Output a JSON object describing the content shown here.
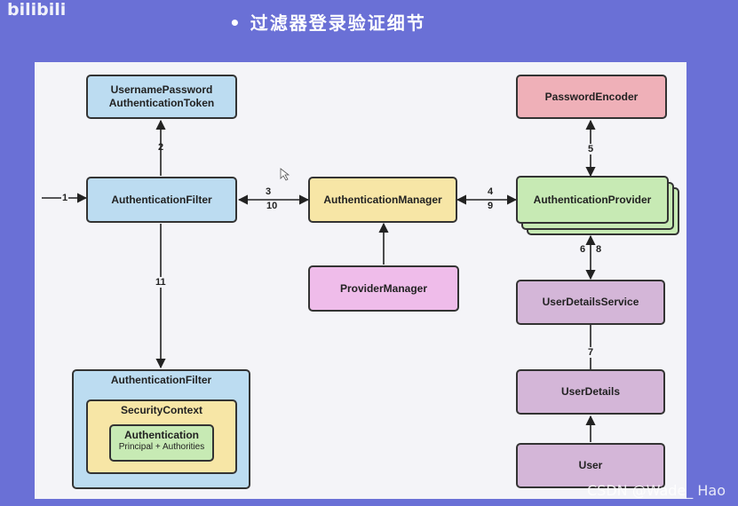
{
  "header": {
    "logo": "bilibili",
    "title": "•  过滤器登录验证细节"
  },
  "diagram": {
    "boxes": {
      "username_token": "UsernamePassword\nAuthenticationToken",
      "auth_filter": "AuthenticationFilter",
      "auth_manager": "AuthenticationManager",
      "password_encoder": "PasswordEncoder",
      "auth_provider": "AuthenticationProvider",
      "provider_manager": "ProviderManager",
      "user_details_service": "UserDetailsService",
      "user_details": "UserDetails",
      "user": "User",
      "filter_container": "AuthenticationFilter",
      "security_context": "SecurityContext",
      "authentication": "Authentication",
      "authentication_detail": "Principal + Authorities"
    },
    "step_labels": {
      "s1": "1",
      "s2": "2",
      "s3": "3",
      "s10": "10",
      "s4": "4",
      "s9": "9",
      "s5": "5",
      "s6": "6",
      "s8": "8",
      "s7": "7",
      "s11": "11"
    },
    "colors": {
      "background": "#6a70d6",
      "slide": "#f4f4f8",
      "blue": "#bcdcf1",
      "yellow": "#f7e6a6",
      "pink": "#efb0b8",
      "magenta": "#efbcea",
      "purple": "#d4b6d8",
      "green": "#c7eab4"
    }
  },
  "watermark": "CSDN @Wade_ Hao"
}
